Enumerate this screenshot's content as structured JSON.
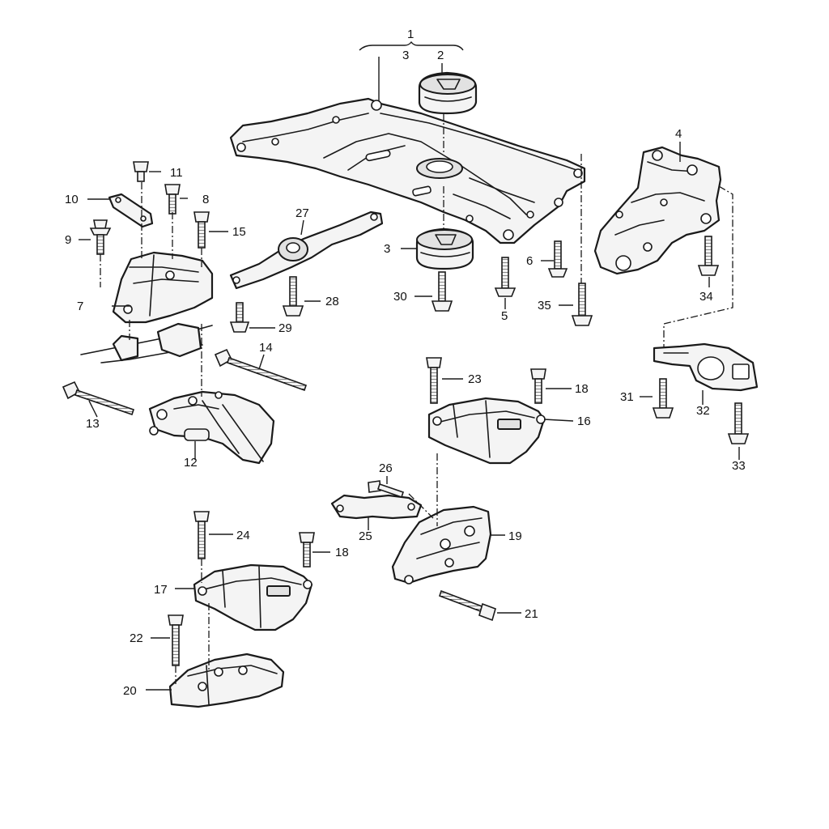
{
  "callouts": {
    "c1": "1",
    "c2": "2",
    "c3a": "3",
    "c3b": "3",
    "c4": "4",
    "c5": "5",
    "c6": "6",
    "c7": "7",
    "c8": "8",
    "c9": "9",
    "c10": "10",
    "c11": "11",
    "c12": "12",
    "c13": "13",
    "c14": "14",
    "c15": "15",
    "c16": "16",
    "c17": "17",
    "c18a": "18",
    "c18b": "18",
    "c19": "19",
    "c20": "20",
    "c21": "21",
    "c22": "22",
    "c23": "23",
    "c24": "24",
    "c25": "25",
    "c26": "26",
    "c27": "27",
    "c28": "28",
    "c29": "29",
    "c30": "30",
    "c31": "31",
    "c32": "32",
    "c33": "33",
    "c34": "34",
    "c35": "35"
  }
}
